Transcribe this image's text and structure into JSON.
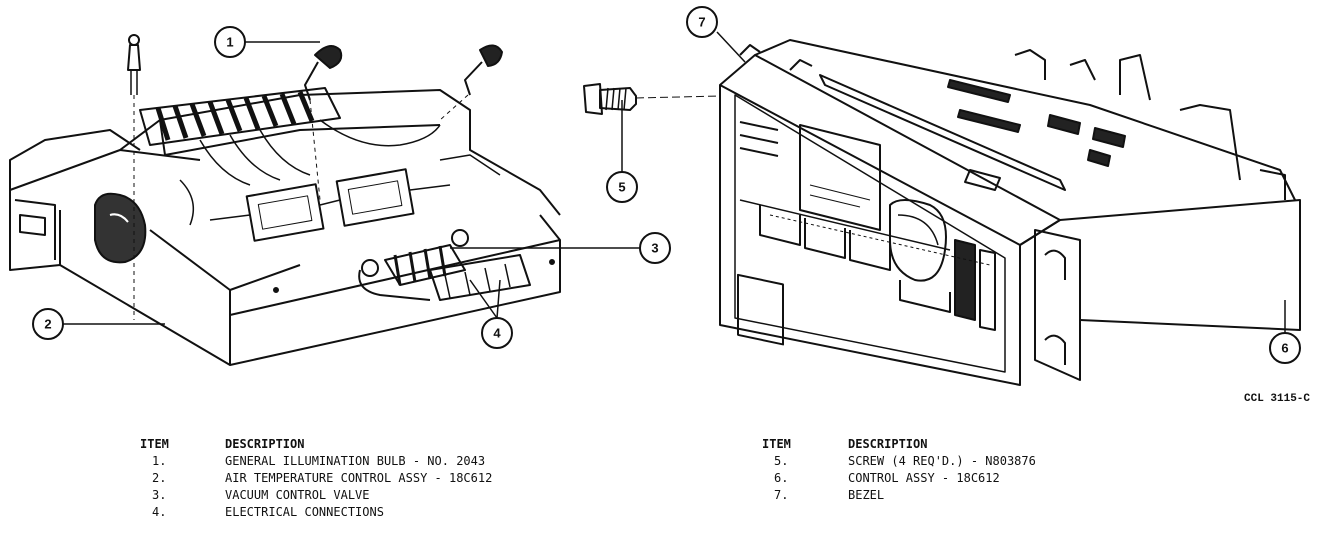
{
  "figure_code": "CCL 3115-C",
  "callouts": [
    "1",
    "2",
    "3",
    "4",
    "5",
    "6",
    "7"
  ],
  "legend_left": {
    "item_header": "ITEM",
    "desc_header": "DESCRIPTION",
    "rows": [
      {
        "item": "1.",
        "desc": "GENERAL ILLUMINATION BULB - NO. 2043"
      },
      {
        "item": "2.",
        "desc": "AIR TEMPERATURE CONTROL ASSY - 18C612"
      },
      {
        "item": "3.",
        "desc": "VACUUM CONTROL VALVE"
      },
      {
        "item": "4.",
        "desc": "ELECTRICAL CONNECTIONS"
      }
    ]
  },
  "legend_right": {
    "item_header": "ITEM",
    "desc_header": "DESCRIPTION",
    "rows": [
      {
        "item": "5.",
        "desc": "SCREW (4 REQ'D.) - N803876"
      },
      {
        "item": "6.",
        "desc": "CONTROL ASSY - 18C612"
      },
      {
        "item": "7.",
        "desc": "BEZEL"
      }
    ]
  }
}
